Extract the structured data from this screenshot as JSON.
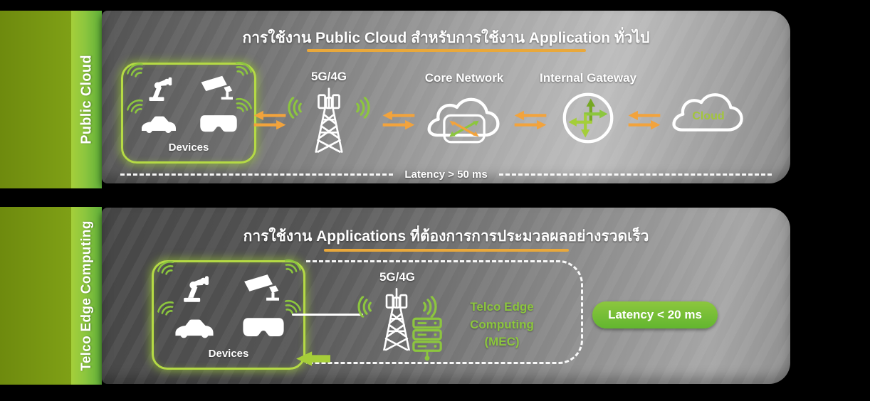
{
  "palette": {
    "accent_green": "#8CC63E",
    "olive_green": "#7FA016",
    "orange_arrow": "#F2A33C",
    "underline_orange": "#E9A83B",
    "panel_gray_dark": "#4A4A4A",
    "panel_gray_light": "#BDBDBD"
  },
  "public_cloud": {
    "sidebar_label": "Public Cloud",
    "title": "การใช้งาน Public Cloud สำหรับการใช้งาน Application ทั่วไป",
    "devices_label": "Devices",
    "tower_label": "5G/4G",
    "core_label": "Core Network",
    "gateway_label": "Internal Gateway",
    "cloud_label": "Cloud",
    "latency_label": "Latency > 50 ms"
  },
  "edge_computing": {
    "sidebar_label": "Telco Edge Computing",
    "title": "การใช้งาน Applications ที่ต้องการการประมวลผลอย่างรวดเร็ว",
    "devices_label": "Devices",
    "tower_label": "5G/4G",
    "mec_label_line1": "Telco Edge Computing",
    "mec_label_line2": "(MEC)",
    "latency_badge": "Latency < 20 ms"
  }
}
